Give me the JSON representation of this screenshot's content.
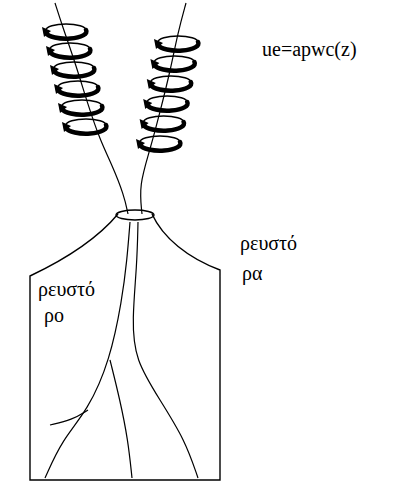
{
  "diagram": {
    "nodes": [
      {
        "text": [
          "ρευστό",
          "ρο"
        ]
      }
    ],
    "labels": [
      "ue=apwc(z)",
      "ρευστό",
      "ρα"
    ]
  }
}
